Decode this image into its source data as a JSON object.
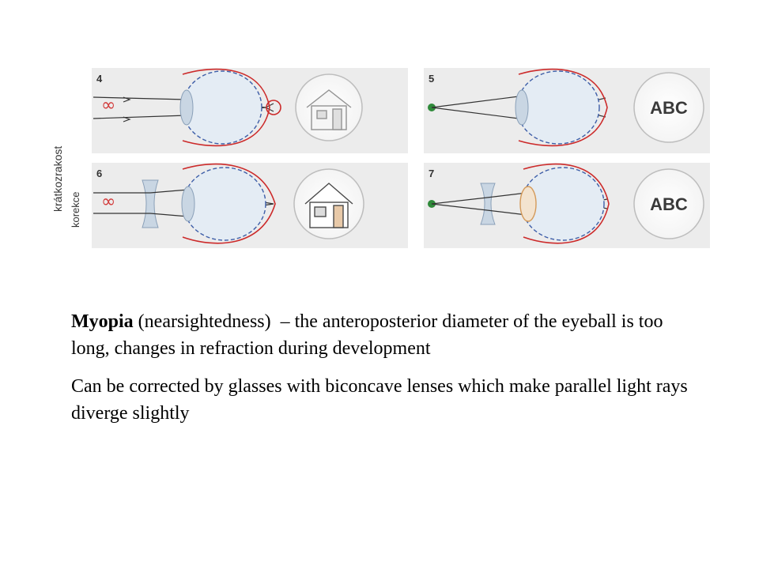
{
  "figure": {
    "side_label_main": "krátkozrakost",
    "side_label_correction": "korekce",
    "panels": [
      {
        "number": "4",
        "object": "∞",
        "view": "blurred house"
      },
      {
        "number": "5",
        "object": "point",
        "view_text": "ABC"
      },
      {
        "number": "6",
        "object": "∞",
        "view": "sharp house"
      },
      {
        "number": "7",
        "object": "point",
        "view_text": "ABC"
      }
    ],
    "colors": {
      "panel_bg": "#ececec",
      "eye_outline": "#3d5ea8",
      "elongated_eye": "#cc2a2a",
      "dot": "#2f8a3a",
      "lens": "#c9d6e3"
    }
  },
  "caption": {
    "p1_term": "Myopia",
    "p1_rest": " (nearsightedness)  – the anteroposterior diameter of the eyeball is too long, changes in refraction during development",
    "p2": "Can be corrected by glasses with biconcave lenses which make parallel light rays diverge slightly"
  }
}
